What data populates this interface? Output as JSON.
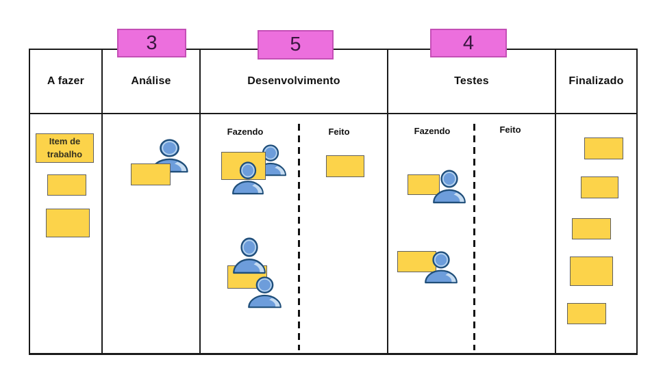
{
  "board": {
    "columns": [
      {
        "label": "A fazer"
      },
      {
        "label": "Análise",
        "wip_limit": "3"
      },
      {
        "label": "Desenvolvimento",
        "wip_limit": "5",
        "sublanes": {
          "doing": "Fazendo",
          "done": "Feito"
        }
      },
      {
        "label": "Testes",
        "wip_limit": "4",
        "sublanes": {
          "doing": "Fazendo",
          "done": "Feito"
        }
      },
      {
        "label": "Finalizado"
      }
    ],
    "work_item_label": "Item de trabalho",
    "card_counts": {
      "a_fazer": 3,
      "analise": 1,
      "desenvolvimento_fazendo": 2,
      "desenvolvimento_feito": 1,
      "testes_fazendo": 2,
      "testes_feito": 0,
      "finalizado": 5
    },
    "person_icon_counts": {
      "analise": 1,
      "desenvolvimento_fazendo": 4,
      "testes_fazendo": 2
    }
  },
  "colors": {
    "card_fill": "#FCD34A",
    "card_border": "#5F5F5F",
    "badge_fill": "#EC6FDD",
    "badge_border": "#C44FB6",
    "badge_text": "#3A1740",
    "person_fill": "#6D9DDB",
    "person_outline": "#1F4E79",
    "person_highlight": "#C5DBF1",
    "board_line": "#1A1A1A"
  },
  "icons": {
    "person": "person-icon (blue head-and-shoulders avatar)"
  }
}
